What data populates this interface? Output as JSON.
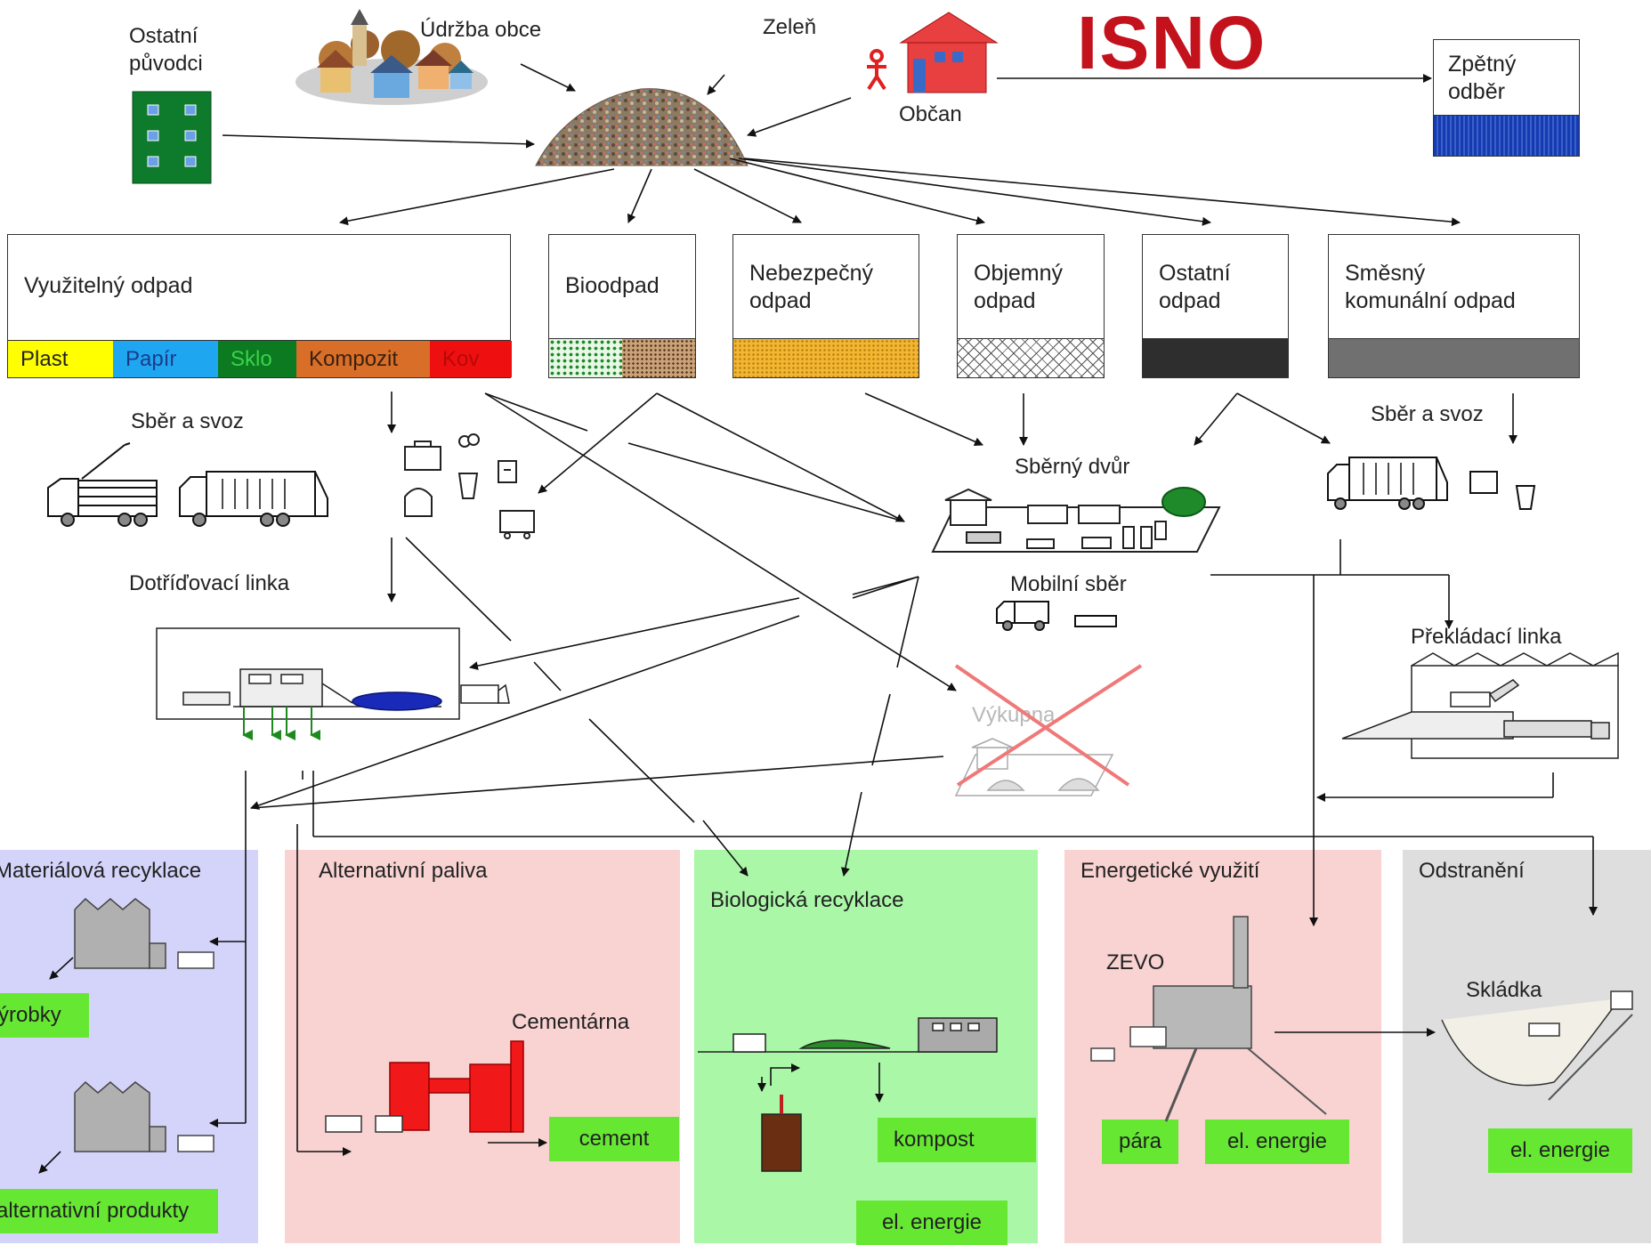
{
  "title": "ISNO",
  "sources": {
    "other_producers": "Ostatní\npůvodci",
    "municipal_maintenance": "Údržba obce",
    "greenery": "Zeleň",
    "citizen": "Občan",
    "take_back": "Zpětný\nodběr"
  },
  "categories": {
    "usable": "Využitelný odpad",
    "bio": "Bioodpad",
    "hazardous": "Nebezpečný\nodpad",
    "bulky": "Objemný\nodpad",
    "other": "Ostatní\nodpad",
    "mixed": "Směsný\nkomunální odpad"
  },
  "fractions": [
    {
      "label": "Plast",
      "color": "#ffff00"
    },
    {
      "label": "Papír",
      "color": "#1ea7f0"
    },
    {
      "label": "Sklo",
      "color": "#0c7a20"
    },
    {
      "label": "Kompozit",
      "color": "#d86e28"
    },
    {
      "label": "Kov",
      "color": "#ee1010"
    }
  ],
  "collection": {
    "collect_left": "Sběr a svoz",
    "collect_right": "Sběr a svoz",
    "sorting_line": "Dotříďovací  linka",
    "collection_yard": "Sběrný dvůr",
    "mobile_collection": "Mobilní sběr",
    "buyback": "Výkupna",
    "transfer_line": "Překládací linka"
  },
  "zones": {
    "material": "Materiálová recyklace",
    "fuels": "Alternativní paliva",
    "bio": "Biologická recyklace",
    "energy": "Energetické využití",
    "disposal": "Odstranění"
  },
  "outputs": {
    "products": "Výrobky",
    "alt_products": "alternativní produkty",
    "cement_plant": "Cementárna",
    "cement": "cement",
    "compost": "kompost",
    "bio_energy": "el. energie",
    "zevo": "ZEVO",
    "steam": "pára",
    "zevo_energy": "el. energie",
    "landfill": "Skládka",
    "landfill_energy": "el. energie"
  },
  "colors": {
    "material_zone": "#d4d4fb",
    "fuels_zone": "#f9d2d2",
    "bio_zone": "#aaf7a8",
    "energy_zone": "#f9d2d2",
    "disposal_zone": "#dedede",
    "output_box": "#66e833",
    "isno": "#c4121d"
  }
}
